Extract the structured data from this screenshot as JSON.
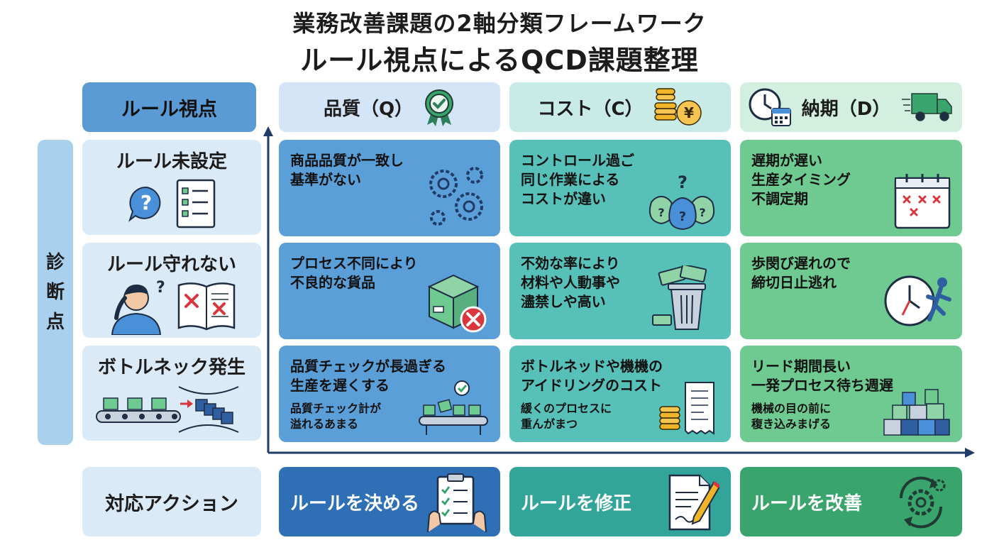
{
  "title": {
    "line1": "業務改善課題の2軸分類フレームワーク",
    "line2": "ルール視点によるQCD課題整理"
  },
  "header": {
    "rule": "ルール視点",
    "quality": "品質（Q）",
    "cost": "コスト（C）",
    "delivery": "納期（D）"
  },
  "diagnosis_label": [
    "診",
    "断",
    "点"
  ],
  "rows": [
    {
      "label": "ルール未設定",
      "quality": {
        "text": [
          "商品品質が一致し",
          "基準がない"
        ]
      },
      "cost": {
        "text": [
          "コントロール過ご",
          "同じ作業による",
          "コストが違い"
        ]
      },
      "delivery": {
        "text": [
          "遅期が遅い",
          "生産タイミング",
          "不調定期"
        ]
      }
    },
    {
      "label": "ルール守れない",
      "quality": {
        "text": [
          "プロセス不同により",
          "不良的な貨品"
        ]
      },
      "cost": {
        "text": [
          "不効な率により",
          "材料や人動事や",
          "濜禁しや高い"
        ]
      },
      "delivery": {
        "text": [
          "歩閔び遅れので",
          "締切日止逃れ"
        ]
      }
    },
    {
      "label": "ボトルネック発生",
      "quality": {
        "text": [
          "品質チェックが長過ぎる",
          "生産を遅くする"
        ],
        "sub": [
          "品質チェック計が",
          "溢れるあまる"
        ]
      },
      "cost": {
        "text": [
          "ボトルネッドや機機の",
          "アイドリングのコスト"
        ],
        "sub": [
          "緩くのプロセスに",
          "重んがまつ"
        ]
      },
      "delivery": {
        "text": [
          "リード期間長い",
          "一発プロセス待ち週遅"
        ],
        "sub": [
          "機械の目の前に",
          "稪き込みまげる"
        ]
      }
    }
  ],
  "actions": {
    "label": "対応アクション",
    "quality": "ルールを決める",
    "cost": "ルールを修正",
    "delivery": "ルールを改善"
  },
  "colors": {
    "quality": "#5b9fd8",
    "cost": "#57c0b8",
    "delivery": "#6fca92",
    "axis": "#1f3b66"
  },
  "icons": {
    "quality_header": "award-badge-icon",
    "cost_header": "coins-yen-icon",
    "delivery_header": "clock-calendar-icon",
    "delivery_header_2": "delivery-truck-icon"
  }
}
